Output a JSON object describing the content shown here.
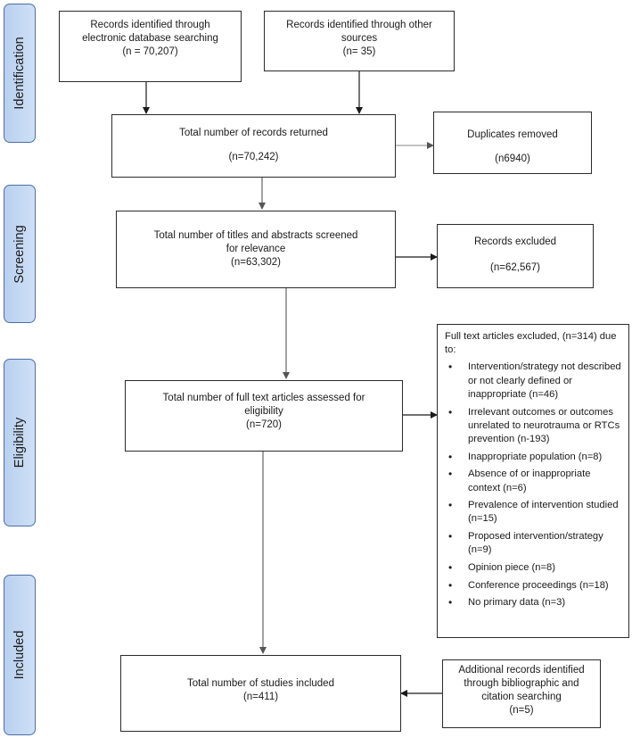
{
  "phases": {
    "identification": "Identification",
    "screening": "Screening",
    "eligibility": "Eligibility",
    "included": "Included"
  },
  "boxes": {
    "db_search": [
      "Records identified through",
      "electronic database searching",
      "(n = 70,207)"
    ],
    "other_sources": [
      "Records identified through other",
      "sources",
      "(n= 35)"
    ],
    "total_returned": [
      "Total number of records returned",
      "(n=70,242)"
    ],
    "duplicates": [
      "Duplicates removed",
      "(n6940)"
    ],
    "screened": [
      "Total number of titles and abstracts screened",
      "for relevance",
      "(n=63,302)"
    ],
    "records_excluded": [
      "Records excluded",
      "(n=62,567)"
    ],
    "full_text": [
      "Total number of full text articles assessed for",
      "eligibility",
      "(n=720)"
    ],
    "included": [
      "Total number of studies included",
      "(n=411)"
    ],
    "additional": [
      "Additional records identified",
      "through bibliographic and",
      "citation searching",
      "(n=5)"
    ]
  },
  "exclusions": {
    "heading": "Full text articles excluded, (n=314) due to:",
    "items": [
      "Intervention/strategy not described or not clearly defined or inappropriate (n=46)",
      "Irrelevant outcomes or outcomes unrelated to neurotrauma or RTCs prevention (n-193)",
      "Inappropriate population (n=8)",
      "Absence of or inappropriate context (n=6)",
      "Prevalence of intervention studied (n=15)",
      "Proposed intervention/strategy (n=9)",
      "Opinion piece (n=8)",
      "Conference proceedings (n=18)",
      "No primary data (n=3)"
    ]
  }
}
